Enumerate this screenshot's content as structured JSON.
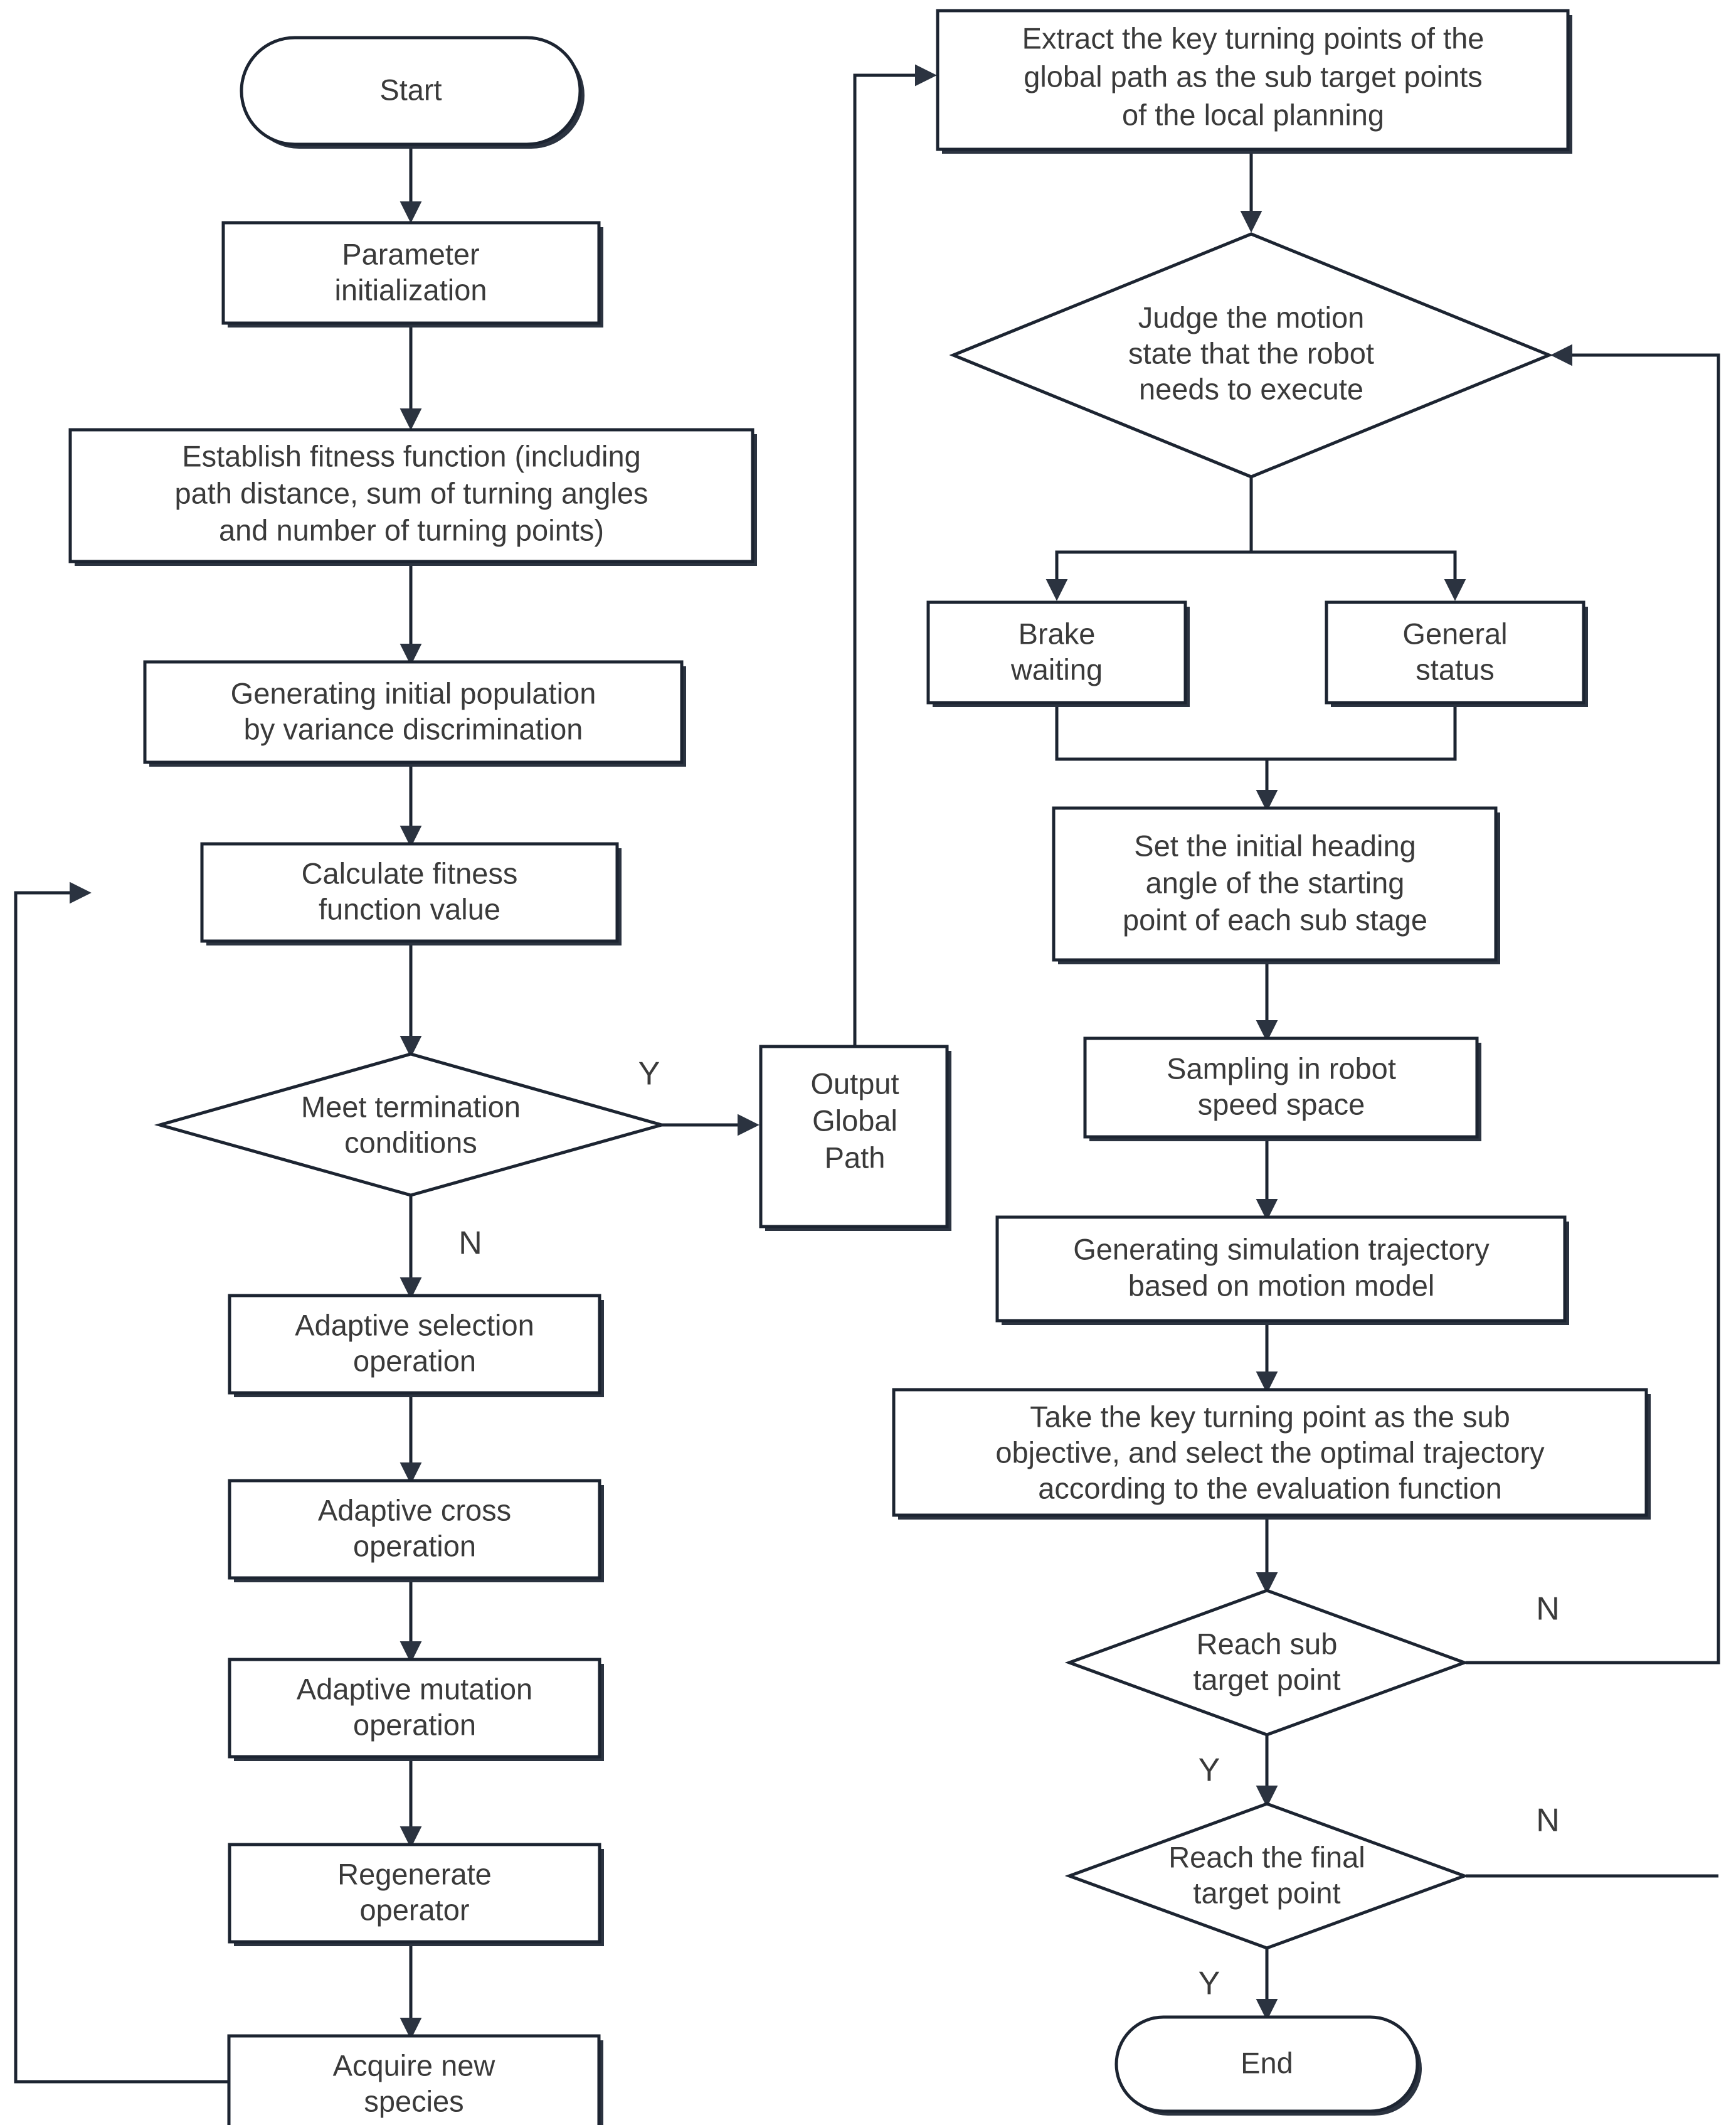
{
  "diagram": {
    "title": "Robot path planning flowchart",
    "stroke_color": "#1c2431",
    "shadow_color": "#2b3340",
    "text_color": "#3a3a3a",
    "background": "#ffffff"
  },
  "nodes": {
    "start": {
      "type": "terminator",
      "label": "Start"
    },
    "param_init": {
      "type": "process",
      "line1": "Parameter",
      "line2": "initialization"
    },
    "fitness_fn": {
      "type": "process",
      "line1": "Establish fitness function (including",
      "line2": "path distance, sum of turning angles",
      "line3": "and number of turning points)"
    },
    "init_population": {
      "type": "process",
      "line1": "Generating initial population",
      "line2": "by variance discrimination"
    },
    "calc_fitness": {
      "type": "process",
      "line1": "Calculate fitness",
      "line2": "function value"
    },
    "meet_termination": {
      "type": "decision",
      "line1": "Meet termination",
      "line2": "conditions"
    },
    "adaptive_selection": {
      "type": "process",
      "line1": "Adaptive selection",
      "line2": "operation"
    },
    "adaptive_cross": {
      "type": "process",
      "line1": "Adaptive cross",
      "line2": "operation"
    },
    "adaptive_mutation": {
      "type": "process",
      "line1": "Adaptive mutation",
      "line2": "operation"
    },
    "regenerate_operator": {
      "type": "process",
      "line1": "Regenerate",
      "line2": "operator"
    },
    "acquire_species": {
      "type": "process",
      "line1": "Acquire new",
      "line2": "species"
    },
    "output_global_path": {
      "type": "process",
      "line1": "Output",
      "line2": "Global",
      "line3": "Path"
    },
    "extract_turning_points": {
      "type": "process",
      "line1": "Extract the key turning points of the",
      "line2": "global path as the sub target points",
      "line3": "of the local planning"
    },
    "judge_motion_state": {
      "type": "decision",
      "line1": "Judge the motion",
      "line2": "state that the robot",
      "line3": "needs to execute"
    },
    "brake_waiting": {
      "type": "process",
      "line1": "Brake",
      "line2": "waiting"
    },
    "general_status": {
      "type": "process",
      "line1": "General",
      "line2": "status"
    },
    "set_heading_angle": {
      "type": "process",
      "line1": "Set the initial heading",
      "line2": "angle of the starting",
      "line3": "point of each sub stage"
    },
    "sampling_speed_space": {
      "type": "process",
      "line1": "Sampling in robot",
      "line2": "speed space"
    },
    "simulation_trajectory": {
      "type": "process",
      "line1": "Generating simulation trajectory",
      "line2": "based on motion model"
    },
    "optimal_trajectory": {
      "type": "process",
      "line1": "Take the key turning point as the sub",
      "line2": "objective, and select the optimal trajectory",
      "line3": "according to the evaluation function"
    },
    "reach_sub_target": {
      "type": "decision",
      "line1": "Reach sub",
      "line2": "target point"
    },
    "reach_final_target": {
      "type": "decision",
      "line1": "Reach the final",
      "line2": "target point"
    },
    "end": {
      "type": "terminator",
      "label": "End"
    }
  },
  "edge_labels": {
    "termination_yes": "Y",
    "termination_no": "N",
    "sub_target_no": "N",
    "sub_target_yes": "Y",
    "final_target_no": "N",
    "final_target_yes": "Y"
  }
}
